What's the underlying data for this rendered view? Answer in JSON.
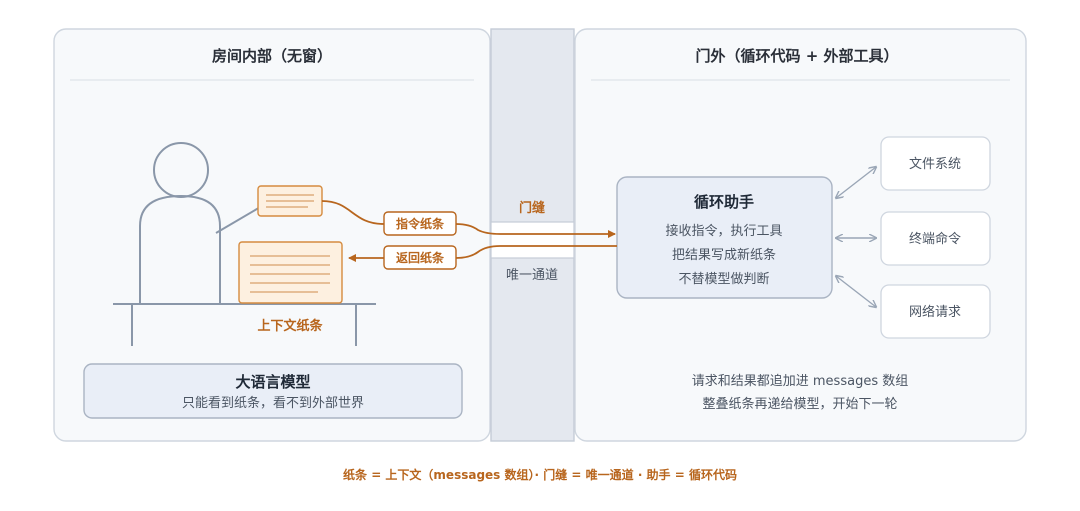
{
  "room": {
    "title": "房间内部（无窗）",
    "instruction_note": "指令纸条",
    "return_note": "返回纸条",
    "context_note": "上下文纸条",
    "llm_title": "大语言模型",
    "llm_subtitle": "只能看到纸条，看不到外部世界"
  },
  "door": {
    "label": "门缝",
    "channel": "唯一通道"
  },
  "outside": {
    "title": "门外（循环代码 + 外部工具）",
    "assistant_title": "循环助手",
    "assistant_lines": [
      "接收指令，执行工具",
      "把结果写成新纸条",
      "不替模型做判断"
    ],
    "tools": [
      "文件系统",
      "终端命令",
      "网络请求"
    ],
    "note_lines": [
      "请求和结果都追加进 messages 数组",
      "整叠纸条再递给模型，开始下一轮"
    ]
  },
  "footer": "纸条 = 上下文（messages 数组）· 门缝 = 唯一通道 · 助手 = 循环代码",
  "colors": {
    "accent": "#b8661e",
    "panel_bg": "#f7f9fb",
    "door_bg": "#e4e8ef",
    "box_bg": "#e9eef7"
  }
}
